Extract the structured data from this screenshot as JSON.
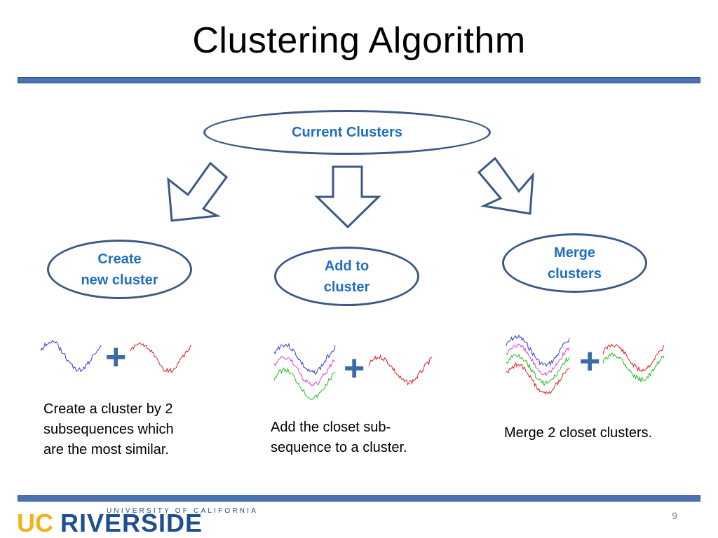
{
  "slide": {
    "title": "Clustering Algorithm",
    "page_number": "9"
  },
  "diagram": {
    "top_node": "Current Clusters",
    "nodes": [
      {
        "line1": "Create",
        "line2": "new cluster"
      },
      {
        "line1": "Add to",
        "line2": "cluster"
      },
      {
        "line1": "Merge",
        "line2": "clusters"
      }
    ],
    "plus_symbol": "+",
    "captions": [
      {
        "lines": [
          "Create a cluster by 2",
          "subsequences which",
          "are the most similar."
        ]
      },
      {
        "lines": [
          "Add the closet sub-",
          "sequence to a cluster."
        ]
      },
      {
        "lines": [
          "Merge 2 closet clusters."
        ]
      }
    ]
  },
  "logo": {
    "small_text": "UNIVERSITY OF CALIFORNIA",
    "main_text": "UCRIVERSIDE"
  },
  "colors": {
    "accent": "#4a72b0",
    "node_text": "#1f6fc0",
    "node_border": "#3a5a86",
    "series_blue": "#3a3ad8",
    "series_red": "#e02020",
    "series_magenta": "#e040e0",
    "series_green": "#20c020",
    "logo_gold": "#f2b21c",
    "logo_blue": "#1d4f91"
  }
}
